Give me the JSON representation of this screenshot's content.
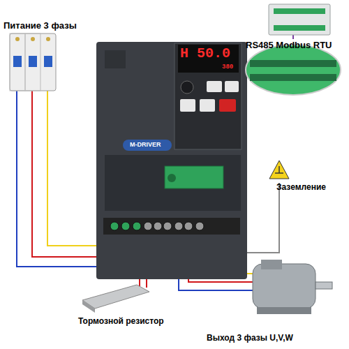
{
  "diagram": {
    "labels": [
      "Питание 3 фазы",
      "RS485 Modbus RTU",
      "Заземление",
      "Тормозной резистор",
      "Выход 3 фазы U,V,W",
      "H 50.0",
      "380",
      "M-DRIVER"
    ]
  }
}
